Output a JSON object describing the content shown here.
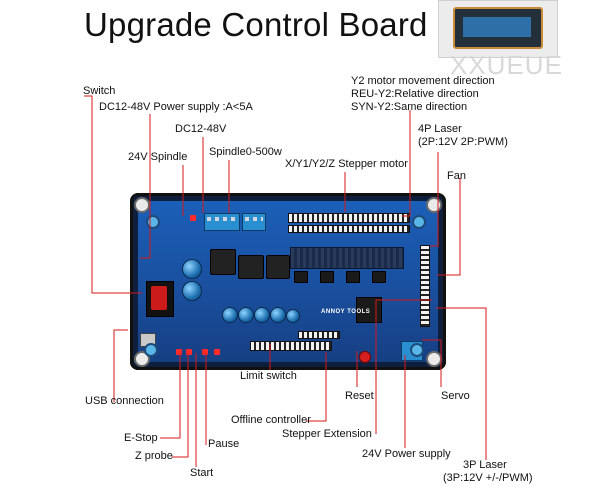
{
  "title": "Upgrade Control Board",
  "watermark": "XXUEUE",
  "board_brand": "ANNOY TOOLS",
  "callouts": {
    "switch": "Switch",
    "power_supply": "DC12-48V Power supply :A<5A",
    "dc12_48v": "DC12-48V",
    "spindle_24v": "24V Spindle",
    "spindle_500w": "Spindle0-500w",
    "stepper_motor": "X/Y1/Y2/Z Stepper motor",
    "y2_direction": [
      "Y2 motor movement direction",
      "REU-Y2:Relative direction",
      "SYN-Y2:Same direction"
    ],
    "laser_4p": [
      "4P Laser",
      "(2P:12V 2P:PWM)"
    ],
    "fan": "Fan",
    "usb": "USB connection",
    "limit_switch": "Limit switch",
    "reset": "Reset",
    "servo": "Servo",
    "offline_controller": "Offline controller",
    "stepper_extension": "Stepper Extension",
    "estop": "E-Stop",
    "zprobe": "Z probe",
    "pause": "Pause",
    "power_24v": "24V Power supply",
    "laser_3p": [
      "3P Laser",
      "(3P:12V +/-/PWM)"
    ],
    "start": "Start"
  },
  "colors": {
    "pcb": "#1b5fb8",
    "board_frame": "#0e1f3d",
    "callout_line": "#d41a1a",
    "text": "#111111"
  }
}
